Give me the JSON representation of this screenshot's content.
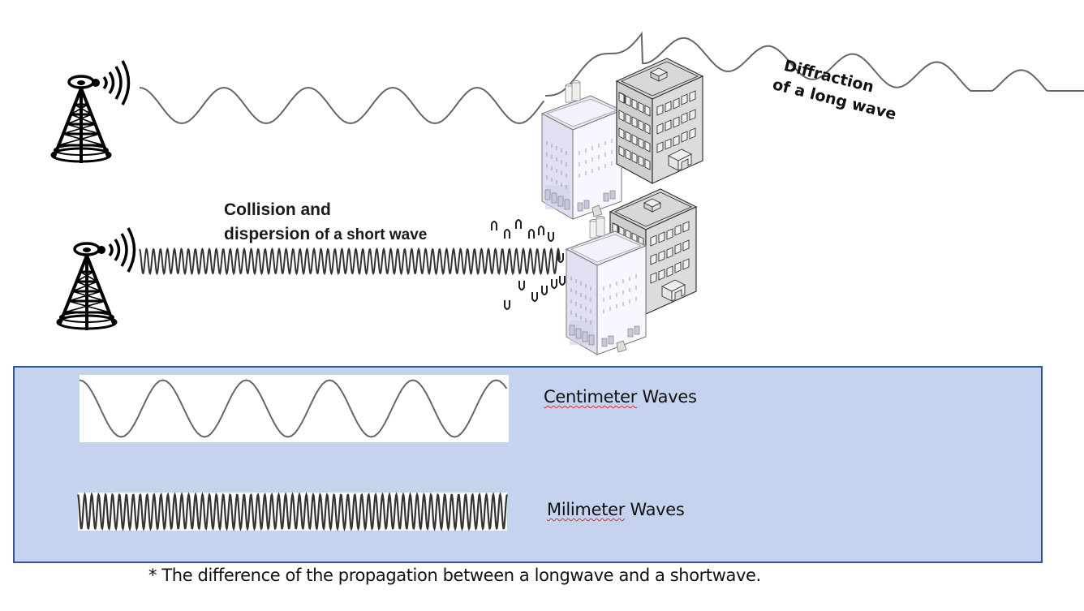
{
  "diagram": {
    "title_note": "* The difference of the propagation between a longwave and a shortwave.",
    "long_wave_label": {
      "line1": "Diffraction",
      "line2": "of a long wave"
    },
    "short_wave_label": {
      "line1": "Collision and",
      "line2_main": "dispersion ",
      "line2_tail": "of a short wave"
    },
    "legend": {
      "items": [
        {
          "label_word": "Centimeter",
          "label_rest": " Waves",
          "wave_type": "centimeter",
          "cycles": 5
        },
        {
          "label_word": "Milimeter",
          "label_rest": " Waves",
          "wave_type": "millimeter",
          "cycles": 62
        }
      ]
    },
    "icons": [
      "radio-tower-icon",
      "radio-tower-icon",
      "office-building-icon",
      "apartment-building-icon"
    ],
    "colors": {
      "legend_fill": "#c5d3ee",
      "legend_border": "#2f5597",
      "wave_stroke": "#555555",
      "spell_underline": "#d93030"
    }
  }
}
